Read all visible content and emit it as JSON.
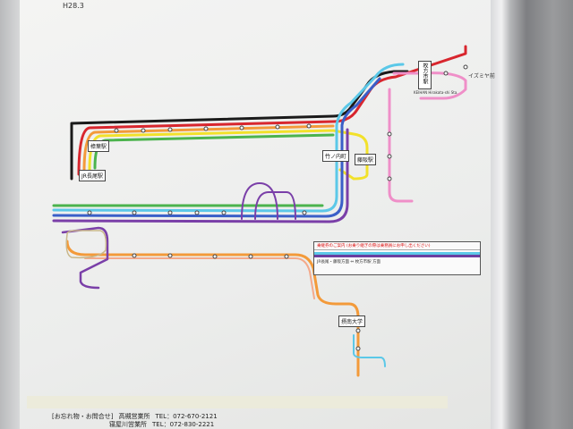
{
  "header": {
    "revision": "H28.3"
  },
  "stations": {
    "hirakatashi": "枚方市駅",
    "hirakatashi_en": "KEIHAN Hirakata-shi Sta.",
    "nagao": "JR長尾駅",
    "izumiya": "イズミヤ前",
    "takenouchi": "竹ノ内町",
    "setsunan": "摂南大学",
    "kuzuha": "樟葉駅",
    "fujisaka": "藤阪駅"
  },
  "notice": {
    "title": "乗継券のご案内",
    "note": "(お乗り継ぎの際は乗務員にお申し出ください)",
    "route_text": "JR長尾・藤阪方面 ⇔ 枚方市駅 方面"
  },
  "contact": {
    "heading": "[お忘れ物・お問合せ]",
    "office1": "高槻営業所",
    "tel1": "TEL：072-670-2121",
    "office2": "寝屋川営業所",
    "tel2": "TEL：072-830-2221"
  },
  "colors": {
    "black": "#1a1a1a",
    "red": "#d8262e",
    "orange": "#f39a3a",
    "yellow": "#f2e12a",
    "green": "#4bb34d",
    "lightblue": "#5bc8e8",
    "blue": "#3a5fc8",
    "purple": "#7a3fa8",
    "pink": "#ef8fc8",
    "darkred": "#c4202a"
  }
}
